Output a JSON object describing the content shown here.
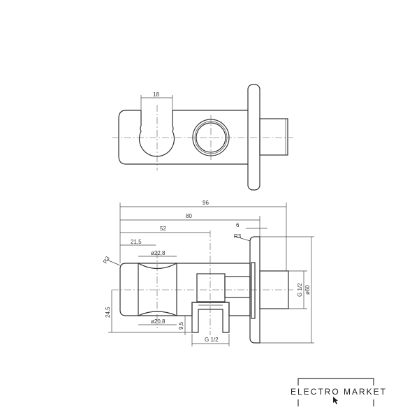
{
  "top_view": {
    "dim_slot": "18"
  },
  "section_view": {
    "dim_total": "96",
    "dim_to_flange": "80",
    "dim_to_outlet": "52",
    "dim_flange": "6",
    "dim_radius_left": "R3",
    "dim_radius_flange": "R3",
    "dim_holder_pos": "21,5",
    "dim_holder_top": "ø22,8",
    "dim_holder_bottom": "ø20,8",
    "dim_height": "24,5",
    "dim_outlet_depth": "9,5",
    "dim_outlet_thread": "G 1/2",
    "dim_inlet_thread": "G 1/2",
    "dim_flange_dia": "ø60"
  },
  "logo": {
    "name": "ELECTRO MARKET"
  }
}
